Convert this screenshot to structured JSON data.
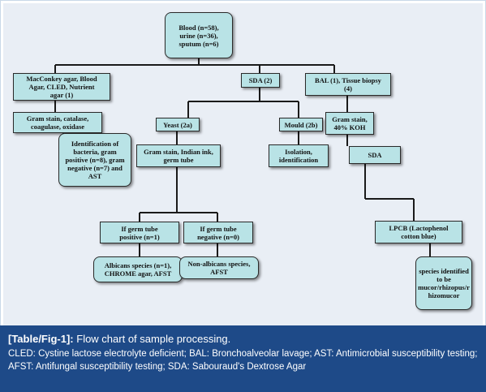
{
  "nodes": {
    "samples": "Blood (n=58),\nurine (n=36),\nsputum (n=6)",
    "macconkey": "MacConkey agar, Blood\nAgar, CLED, Nutrient\nagar (1)",
    "sda_main": "SDA (2)",
    "bal": "BAL (1), Tissue biopsy\n(4)",
    "gram_stain_bact": "Gram stain, catalase,\ncoagulase, oxidase",
    "bact_id": "Identification of\nbacteria, gram\npositive (n=8), gram\nnegative (n=7) and\nAST",
    "yeast": "Yeast (2a)",
    "mould": "Mould (2b)",
    "gram_stain_40koh": "Gram stain,\n40% KOH",
    "gram_stain_ink": "Gram stain, Indian ink,\ngerm tube",
    "isolation": "Isolation,\nidentification",
    "sda_bal": "SDA",
    "germ_pos": "If germ tube\npositive (n=1)",
    "germ_neg": "If germ tube\nnegative (n=0)",
    "lpcb": "LPCB (Lactophenol\ncotton blue)",
    "albicans": "Albicans species (n=1),\nCHROME agar, AFST",
    "non_albicans": "Non-albicans species,\nAFST",
    "species_id": "species identified\nto be\nmucor/rhizopus/r\nhizomucor"
  },
  "caption": {
    "label": "[Table/Fig-1]:",
    "title": " Flow chart of sample processing.",
    "body": "CLED: Cystine lactose electrolyte deficient; BAL: Bronchoalveolar lavage; AST: Antimicrobial susceptibility testing; AFST: Antifungal susceptibility testing; SDA: Sabouraud's Dextrose Agar"
  },
  "colors": {
    "node_fill": "#b9e3e6",
    "caption_bg": "#1e4a88",
    "chart_bg": "#e9eef5"
  }
}
